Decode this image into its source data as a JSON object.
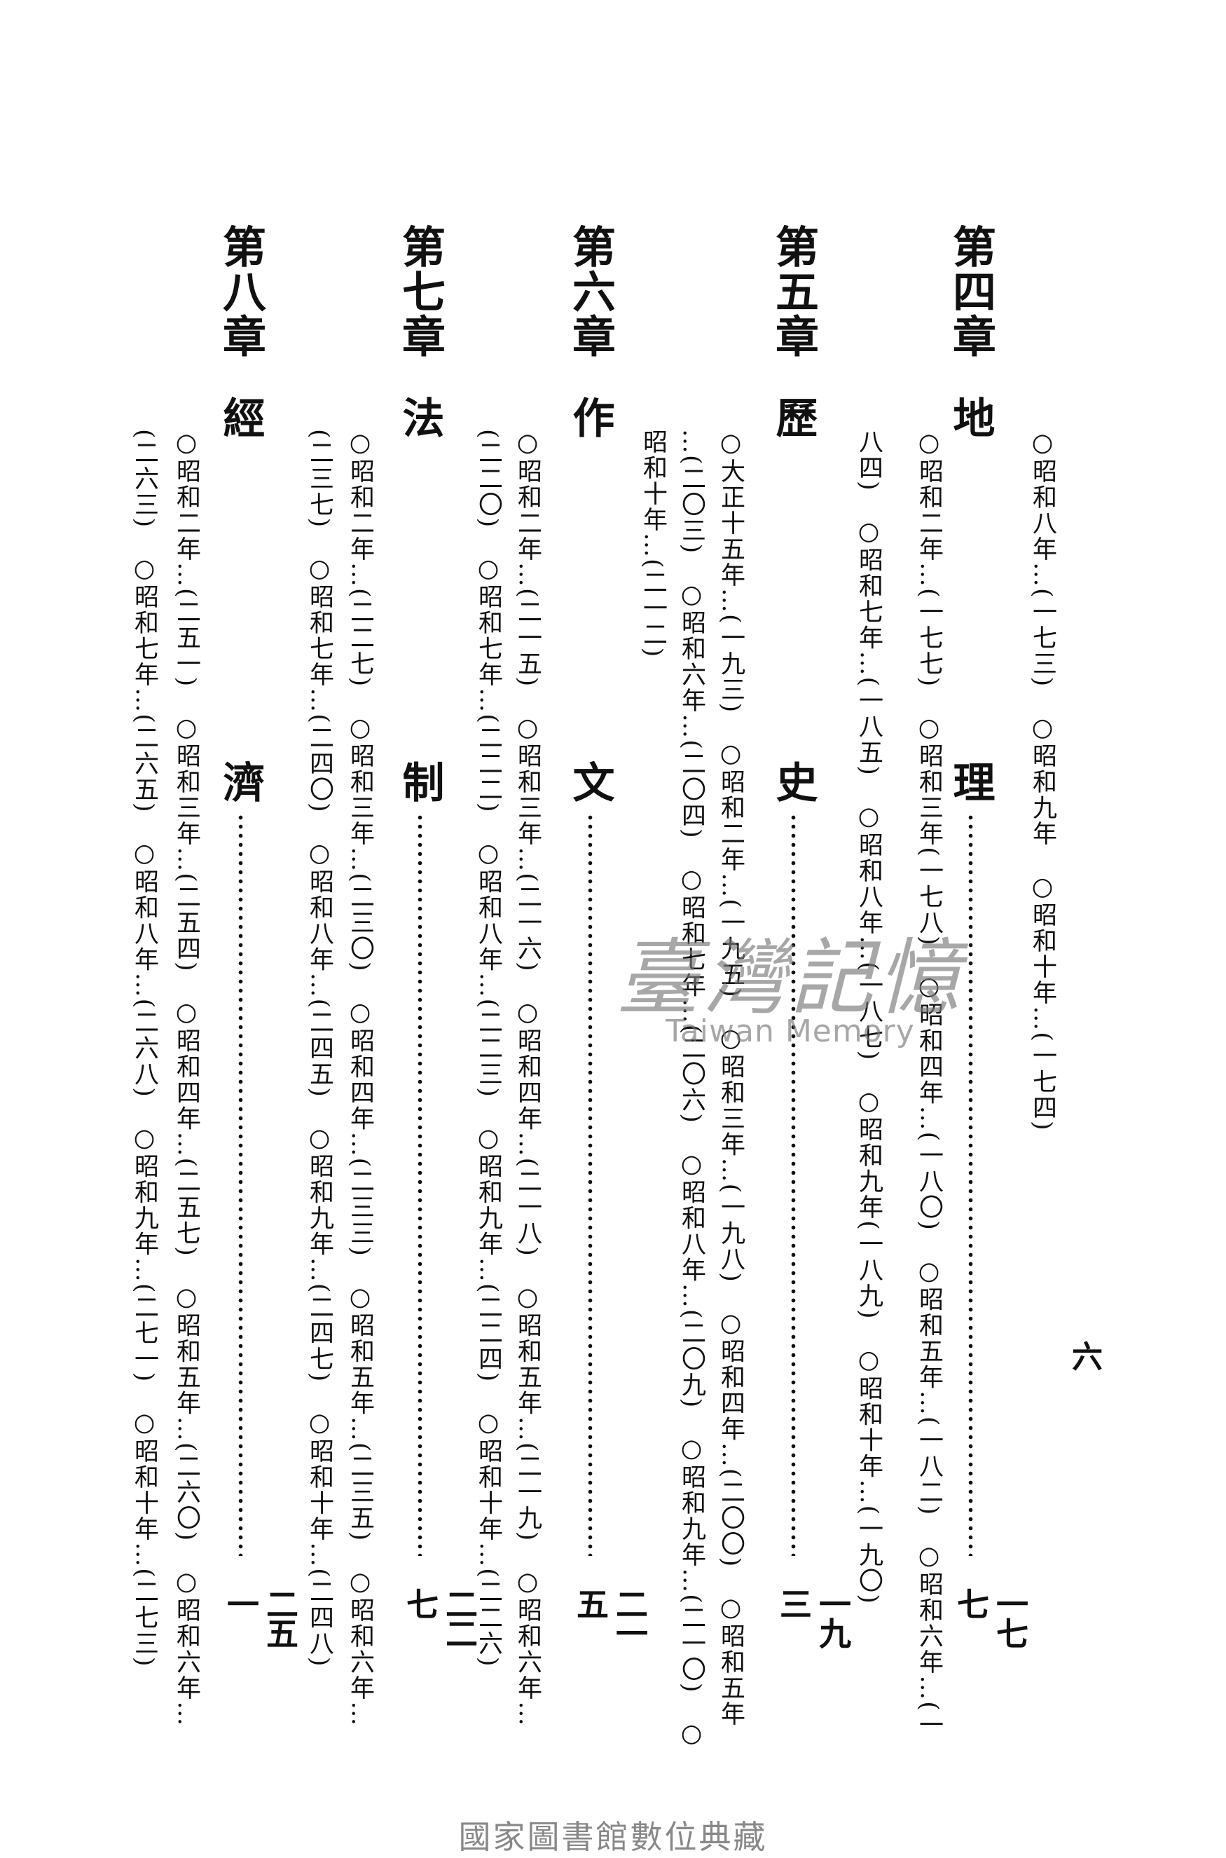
{
  "page_number": "六",
  "preface_column": "○昭和八年…(一七三)　○昭和九年　○昭和十年…(一七四)",
  "chapters": [
    {
      "label": "第四章",
      "title_1": "地",
      "title_2": "理",
      "page": "一七七",
      "lines": [
        "○昭和二年…(一七七)　○昭和三年(一七八)　○昭和四年…(一八〇)　○昭和五年…(一八二)　○昭和六年…(一",
        "八四)　○昭和七年…(一八五)　○昭和八年…(一八七)　○昭和九年(一八九)　○昭和十年…(一九〇)"
      ]
    },
    {
      "label": "第五章",
      "title_1": "歷",
      "title_2": "史",
      "page": "一九三",
      "lines": [
        "○大正十五年…(一九三)　○昭和二年…(一九五)　○昭和三年…(一九八)　○昭和四年…(二〇〇)　○昭和五年",
        "…(二〇三)　○昭和六年…(二〇四)　○昭和七年…(二〇六)　○昭和八年…(二〇九)　○昭和九年…(二一〇)　○",
        "昭和十年…(二一二)"
      ]
    },
    {
      "label": "第六章",
      "title_1": "作",
      "title_2": "文",
      "page": "二一五",
      "lines": [
        "○昭和二年…(二一五)　○昭和三年…(二一六)　○昭和四年…(二一八)　○昭和五年…(二一九)　○昭和六年…",
        "(二二〇)　○昭和七年…(二二二)　○昭和八年…(二二三)　○昭和九年…(二二四)　○昭和十年…(二二六)"
      ]
    },
    {
      "label": "第七章",
      "title_1": "法",
      "title_2": "制",
      "page": "二二七",
      "lines": [
        "○昭和二年…(二二七)　○昭和三年…(二三〇)　○昭和四年…(二三三)　○昭和五年…(二三五)　○昭和六年…",
        "(二三七)　○昭和七年…(二四〇)　○昭和八年…(二四五)　○昭和九年…(二四七)　○昭和十年…(二四八)"
      ]
    },
    {
      "label": "第八章",
      "title_1": "經",
      "title_2": "濟",
      "page": "二五一",
      "lines": [
        "○昭和二年…(二五一)　○昭和三年…(二五四)　○昭和四年…(二五七)　○昭和五年…(二六〇)　○昭和六年…",
        "(二六三)　○昭和七年…(二六五)　○昭和八年…(二六八)　○昭和九年…(二七一)　○昭和十年…(二七三)"
      ]
    }
  ],
  "watermark": {
    "title": "臺灣記憶",
    "subtitle": "Taiwan Memory"
  },
  "footer": "國家圖書館數位典藏"
}
